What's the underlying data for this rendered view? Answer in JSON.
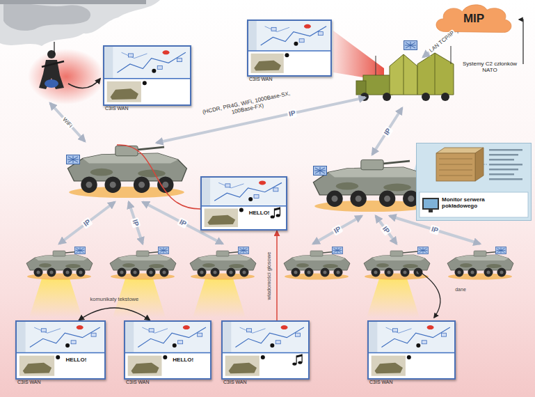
{
  "diagram": {
    "nodes": [
      {
        "text": [
          "C3IS WAN"
        ]
      },
      {
        "text": [
          "C3IS WAN"
        ]
      },
      {
        "text": [
          "MIP"
        ]
      },
      {
        "text": [
          "HELLO!"
        ]
      },
      {
        "text": [
          "Monitor serwera pokładowego"
        ]
      },
      {
        "text": [
          "HELLO!",
          "C3IS WAN"
        ]
      },
      {
        "text": [
          "HELLO!",
          "C3IS WAN"
        ]
      },
      {
        "text": [
          "C3IS WAN"
        ]
      },
      {
        "text": [
          "C3IS WAN"
        ]
      }
    ],
    "edges": [
      {
        "from": 5,
        "to": 6,
        "arrow": "both",
        "label": "komunikaty tekstowe"
      },
      {
        "from": 7,
        "to": 3,
        "arrow": "to",
        "label": "wiadomości głosowe"
      }
    ],
    "labels": [
      "Systemy C2 członków NATO",
      "LAN TCP/IP",
      "(HCDR, PR4G, WiFi, 1000Base-SX, 100Base-FX)",
      "IP",
      "IP",
      "WiFi",
      "IP",
      "IP",
      "IP",
      "IP",
      "IP",
      "IP",
      "dane"
    ]
  }
}
